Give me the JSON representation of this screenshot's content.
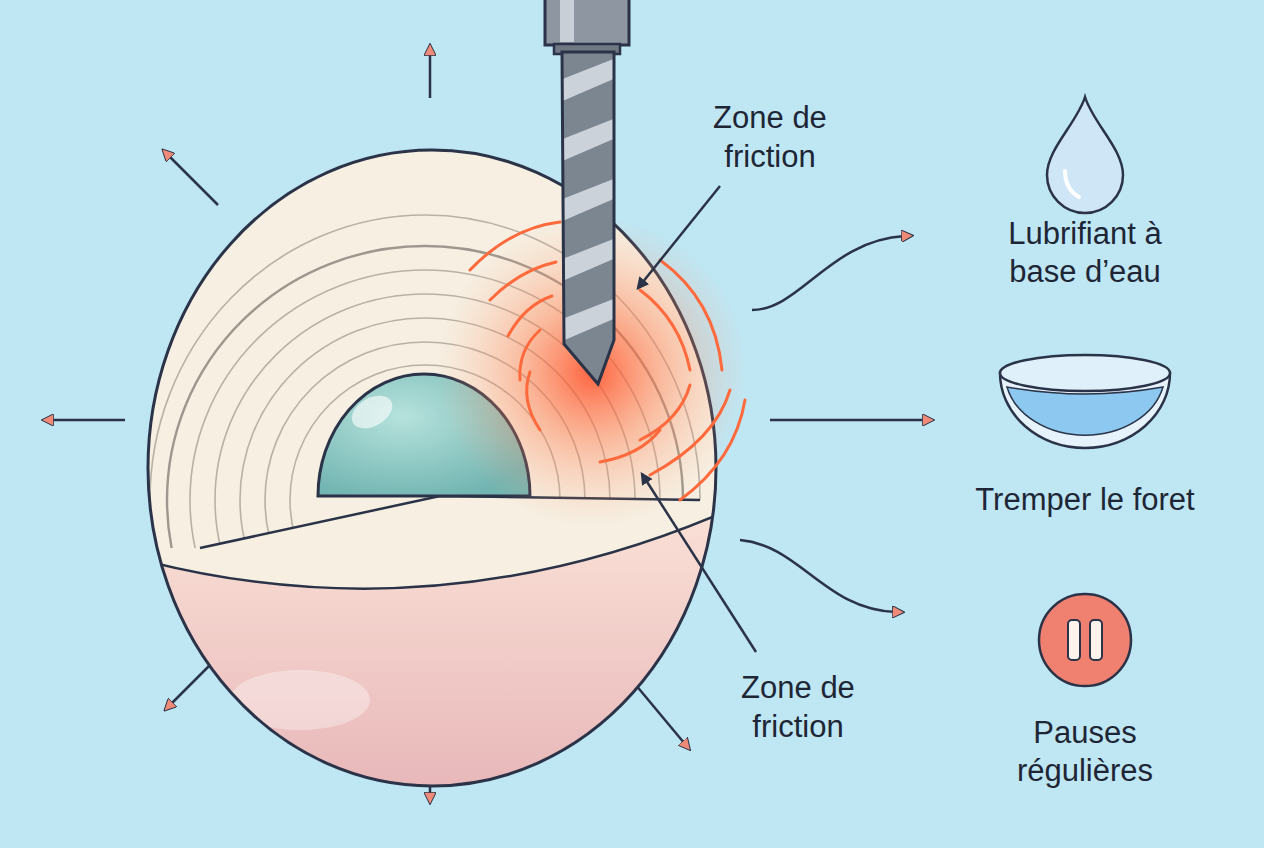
{
  "diagram": {
    "nodes": [
      {
        "text": [
          "Lubrifiant à base d’eau"
        ]
      },
      {
        "text": [
          "Tremper le foret"
        ]
      },
      {
        "text": [
          "Pauses régulières"
        ]
      }
    ],
    "labels": [
      "Zone de friction",
      "Zone de friction"
    ]
  }
}
